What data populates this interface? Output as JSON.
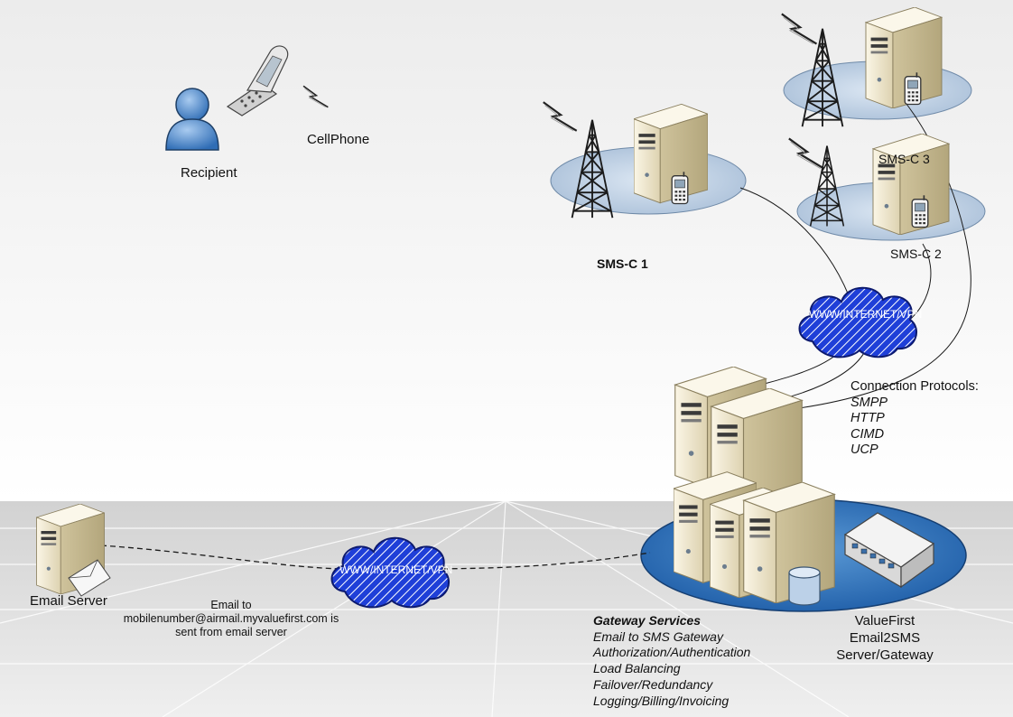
{
  "labels": {
    "recipient": "Recipient",
    "cellphone": "CellPhone",
    "smsc1": "SMS-C 1",
    "smsc2": "SMS-C 2",
    "smsc3": "SMS-C 3",
    "email_server": "Email Server",
    "cloud_top": "WWW/INTERNET/VPN",
    "cloud_bottom": "WWW/INTERNET/VPN"
  },
  "email_note": [
    "Email to",
    "mobilenumber@airmail.myvaluefirst.com is",
    "sent from email server"
  ],
  "protocols": {
    "title": "Connection Protocols:",
    "items": [
      "SMPP",
      "HTTP",
      "CIMD",
      "UCP"
    ]
  },
  "gateway_services": {
    "title": "Gateway Services",
    "items": [
      "Email to SMS Gateway",
      "Authorization/Authentication",
      "Load Balancing",
      "Failover/Redundancy",
      "Logging/Billing/Invoicing"
    ]
  },
  "gateway_label": [
    "ValueFirst",
    "Email2SMS",
    "Server/Gateway"
  ],
  "colors": {
    "platform_light": "#b9cde2",
    "platform_dark": "#2f6fb4",
    "cloud": "#1f3fd8",
    "server_body": "#efe7cf",
    "server_side": "#cfc39c",
    "person": "#4a86c9"
  },
  "icons": [
    "person-icon",
    "cellphone-icon",
    "lightning-icon",
    "tower-icon",
    "server-icon",
    "cloud-icon",
    "switch-icon",
    "database-icon",
    "mobile-device-icon",
    "envelope-icon"
  ]
}
